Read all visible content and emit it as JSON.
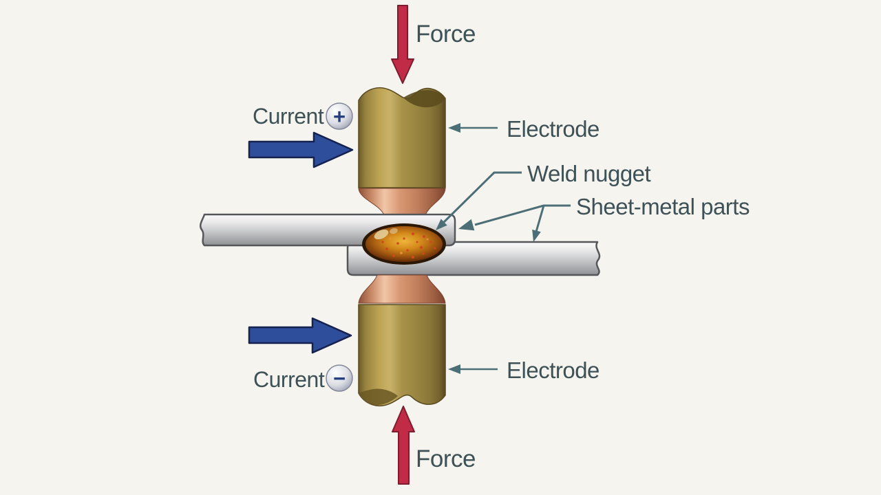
{
  "labels": {
    "force_top": "Force",
    "force_bottom": "Force",
    "current_top": "Current",
    "current_bottom": "Current",
    "polarity_plus": "+",
    "polarity_minus": "−",
    "electrode_top": "Electrode",
    "electrode_bottom": "Electrode",
    "weld_nugget": "Weld nugget",
    "sheet_metal": "Sheet-metal parts"
  },
  "icons": {
    "force_down_arrow": "red-arrow-down",
    "force_up_arrow": "red-arrow-up",
    "current_in_arrow": "blue-arrow-right",
    "current_out_arrow": "blue-arrow-right",
    "plus_badge": "circle-plus",
    "minus_badge": "circle-minus",
    "leader_arrows": "thin-slate-arrows"
  },
  "colors": {
    "background": "#f5f4ee",
    "label_text": "#3d5156",
    "force_arrow": "#c22b45",
    "current_arrow": "#2e4d9b",
    "leader_arrow": "#4c6e76",
    "electrode_brass": "#a8934d",
    "electrode_tip_copper": "#c98a68",
    "sheet_metal": "#c7c8ca",
    "weld_nugget_core": "#d3891a"
  }
}
